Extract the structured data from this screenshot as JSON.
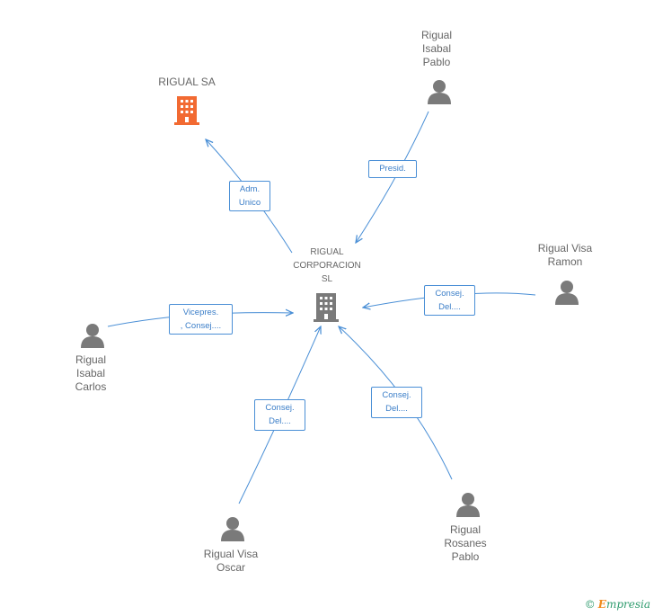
{
  "colors": {
    "edge": "#4a8fd6",
    "person": "#7a7a7a",
    "company_main": "#7a7a7a",
    "company_owner": "#f26a32"
  },
  "nodes": {
    "center": {
      "lines": [
        "RIGUAL",
        "CORPORACION",
        "SL"
      ]
    },
    "rigual_sa": {
      "lines": [
        "RIGUAL SA"
      ]
    },
    "isabal_pablo": {
      "lines": [
        "Rigual",
        "Isabal",
        "Pablo"
      ]
    },
    "visa_ramon": {
      "lines": [
        "Rigual Visa",
        "Ramon"
      ]
    },
    "isabal_carlos": {
      "lines": [
        "Rigual",
        "Isabal",
        "Carlos"
      ]
    },
    "visa_oscar": {
      "lines": [
        "Rigual Visa",
        "Oscar"
      ]
    },
    "rosanes_pablo": {
      "lines": [
        "Rigual",
        "Rosanes",
        "Pablo"
      ]
    }
  },
  "edges": {
    "adm_unico": [
      "Adm.",
      "Unico"
    ],
    "presid": [
      "Presid."
    ],
    "consej_ramon": [
      "Consej.",
      "Del...."
    ],
    "vicepres": [
      "Vicepres.",
      ", Consej...."
    ],
    "consej_oscar": [
      "Consej.",
      "Del...."
    ],
    "consej_rosanes": [
      "Consej.",
      "Del...."
    ]
  },
  "footer": {
    "copyright": "©",
    "brand_initial": "E",
    "brand_rest": "mpresia"
  }
}
